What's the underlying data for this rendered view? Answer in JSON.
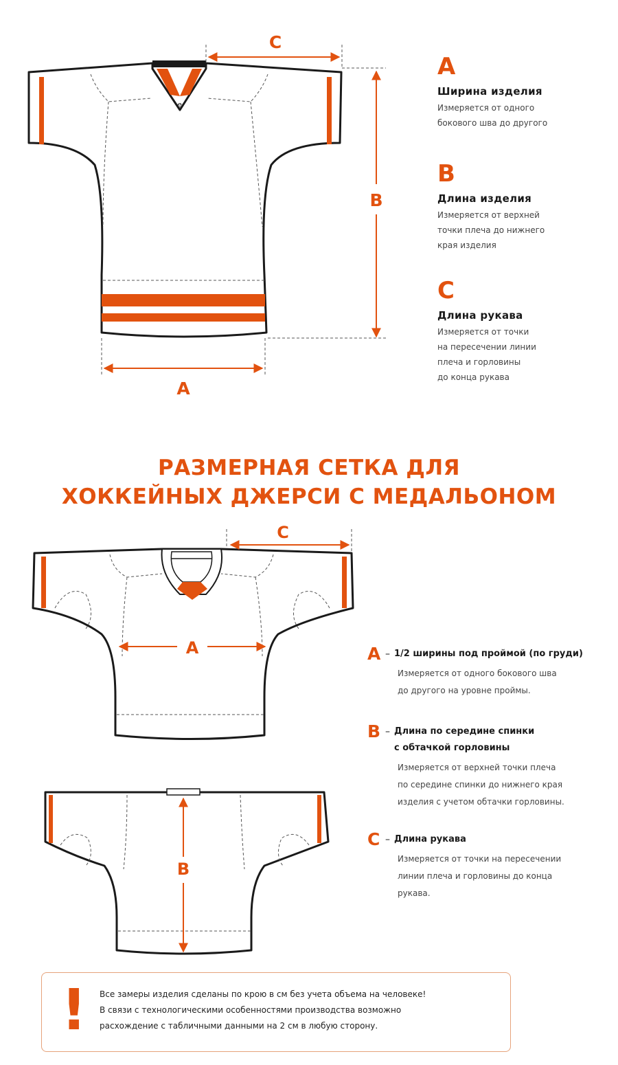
{
  "colors": {
    "accent": "#e2520f",
    "outline": "#1a1a1a",
    "dashed": "#555555",
    "notice_border": "#e6a27a"
  },
  "dimension_labels": {
    "a": "A",
    "b": "B",
    "c": "C"
  },
  "top_section": {
    "items": [
      {
        "letter": "A",
        "title": "Ширина изделия",
        "description": "Измеряется от одного\nбокового шва до другого"
      },
      {
        "letter": "B",
        "title": "Длина изделия",
        "description": "Измеряется от верхней\nточки плеча до нижнего\nкрая изделия"
      },
      {
        "letter": "C",
        "title": "Длина рукава",
        "description": "Измеряется от точки\nна пересечении линии\nплеча и горловины\nдо конца рукава"
      }
    ]
  },
  "heading": {
    "line1": "РАЗМЕРНАЯ СЕТКА ДЛЯ",
    "line2": "ХОККЕЙНЫХ ДЖЕРСИ С МЕДАЛЬОНОМ"
  },
  "bottom_section": {
    "items": [
      {
        "letter": "A",
        "dash": "–",
        "title": "1/2 ширины под проймой (по груди)",
        "description": "Измеряется от одного бокового шва\nдо другого на уровне проймы."
      },
      {
        "letter": "B",
        "dash": "–",
        "title": "Длина по середине спинки\nс обтачкой горловины",
        "description": "Измеряется от верхней точки плеча\nпо середине спинки до нижнего края\nизделия с учетом обтачки горловины."
      },
      {
        "letter": "C",
        "dash": "–",
        "title": "Длина рукава",
        "description": "Измеряется от точки на пересечении\nлинии плеча и горловины до конца\nрукава."
      }
    ]
  },
  "notice": {
    "mark": "!",
    "line1": "Все замеры изделия сделаны по крою в см без учета объема на человеке!",
    "line2": "В связи с технологическими особенностями производства возможно",
    "line3": "расхождение с табличными данными на 2 см в любую сторону."
  }
}
